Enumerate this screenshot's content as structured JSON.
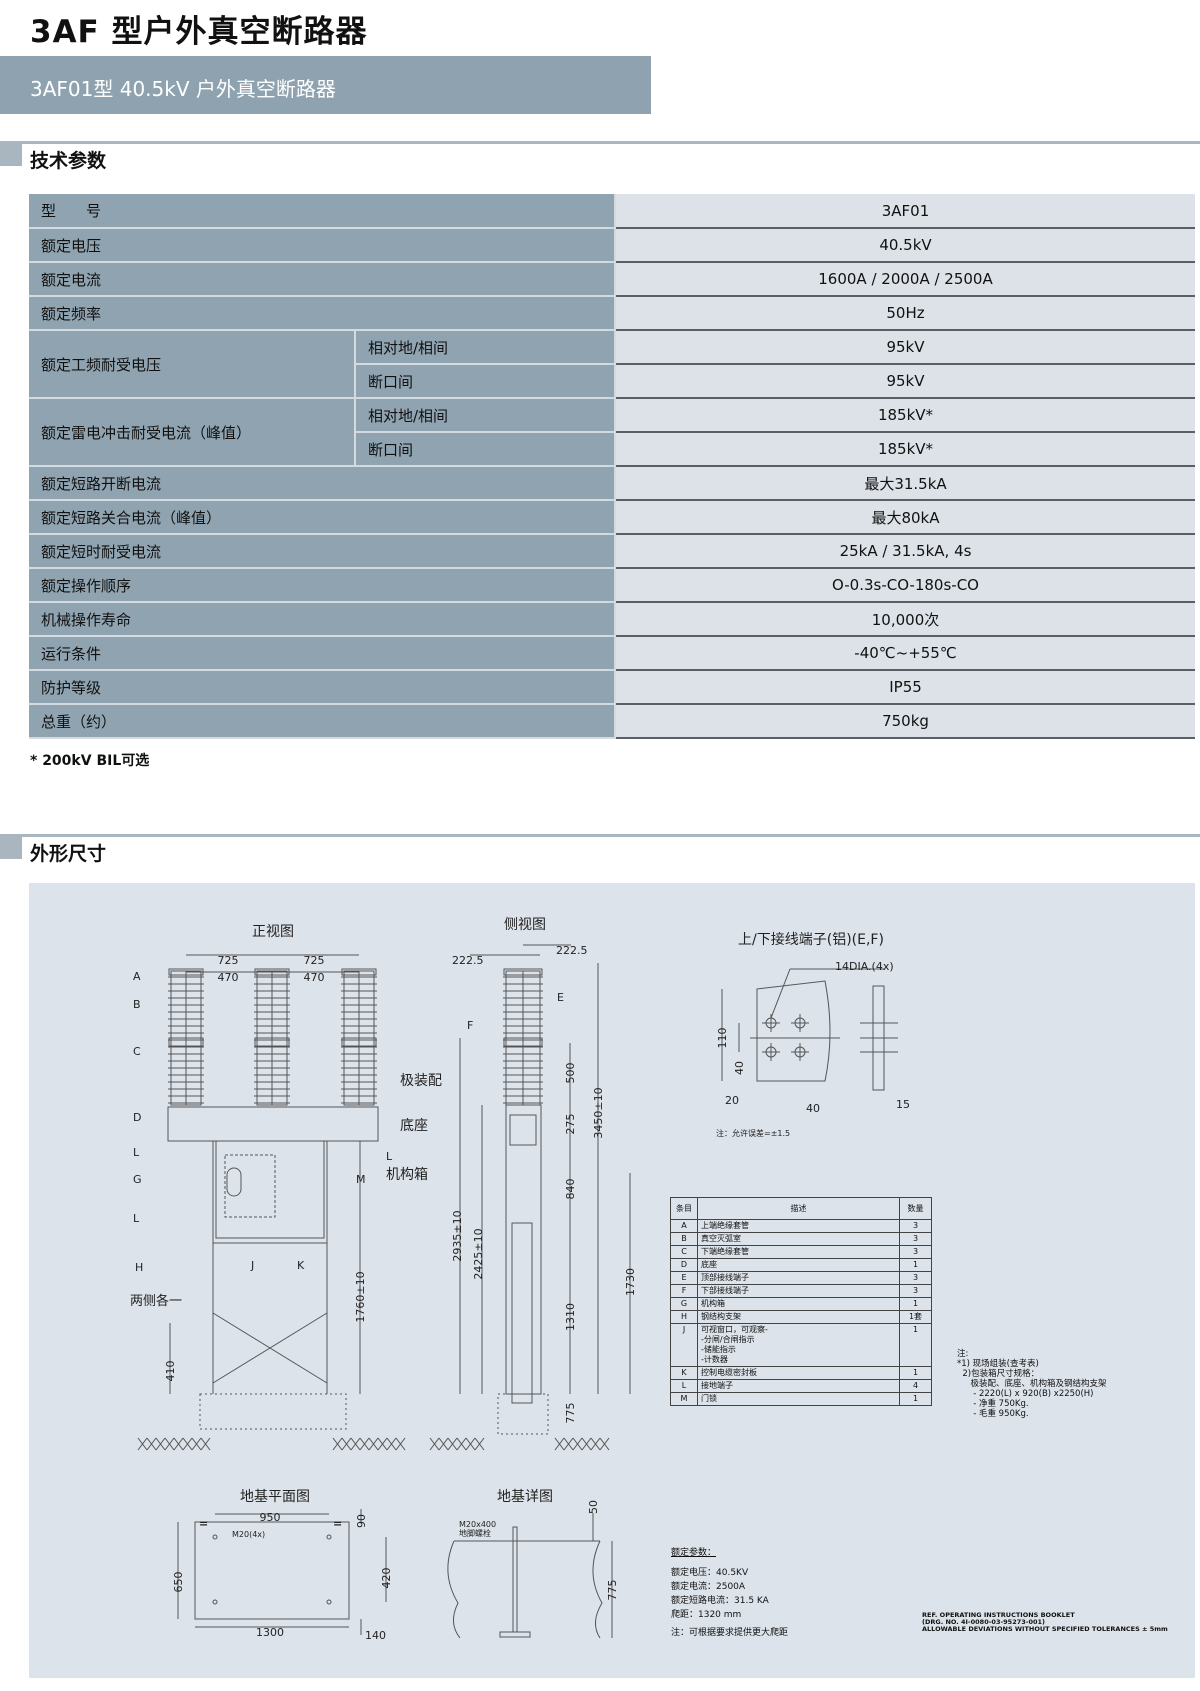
{
  "header": {
    "title": "3AF 型户外真空断路器",
    "banner": "3AF01型 40.5kV 户外真空断路器"
  },
  "section1": {
    "title": "技术参数"
  },
  "spec_rows": [
    {
      "label": "型　　号",
      "value": "3AF01"
    },
    {
      "label": "额定电压",
      "value": "40.5kV"
    },
    {
      "label": "额定电流",
      "value": "1600A / 2000A / 2500A"
    },
    {
      "label": "额定频率",
      "value": "50Hz"
    },
    {
      "label": "额定工频耐受电压",
      "sub": [
        {
          "label": "相对地/相间",
          "value": "95kV"
        },
        {
          "label": "断口间",
          "value": "95kV"
        }
      ]
    },
    {
      "label": "额定雷电冲击耐受电流（峰值）",
      "sub": [
        {
          "label": "相对地/相间",
          "value": "185kV*"
        },
        {
          "label": "断口间",
          "value": "185kV*"
        }
      ]
    },
    {
      "label": "额定短路开断电流",
      "value": "最大31.5kA"
    },
    {
      "label": "额定短路关合电流（峰值）",
      "value": "最大80kA"
    },
    {
      "label": "额定短时耐受电流",
      "value": "25kA / 31.5kA, 4s"
    },
    {
      "label": "额定操作顺序",
      "value": "O-0.3s-CO-180s-CO"
    },
    {
      "label": "机械操作寿命",
      "value": "10,000次"
    },
    {
      "label": "运行条件",
      "value": "-40℃~+55℃"
    },
    {
      "label": "防护等级",
      "value": "IP55"
    },
    {
      "label": "总重（约）",
      "value": "750kg"
    }
  ],
  "footnote": "* 200kV BIL可选",
  "section2": {
    "title": "外形尺寸"
  },
  "drawing": {
    "front": {
      "title": "正视图",
      "d725a": "725",
      "d725b": "725",
      "d470a": "470",
      "d470b": "470",
      "A": "A",
      "B": "B",
      "C": "C",
      "D": "D",
      "L1": "L",
      "G": "G",
      "L2": "L",
      "H": "H",
      "both": "两侧各一",
      "pole": "极装配",
      "base": "底座",
      "L3": "L",
      "mech": "机构箱",
      "M": "M",
      "J": "J",
      "K": "K",
      "d1760": "1760±10",
      "d410": "410"
    },
    "side": {
      "title": "侧视图",
      "d222a": "222.5",
      "d222b": "222.5",
      "E": "E",
      "F": "F",
      "d500": "500",
      "d275": "275",
      "d3450": "3450±10",
      "d840": "840",
      "d2935": "2935±10",
      "d2425": "2425±10",
      "d1310": "1310",
      "d1730": "1730",
      "d775": "775"
    },
    "terminal": {
      "title": "上/下接线端子(铝)(E,F)",
      "hole": "14DIA.(4x)",
      "d110": "110",
      "d40v": "40",
      "d20": "20",
      "d40h": "40",
      "d15": "15",
      "note": "注：允许误差=±1.5"
    },
    "plan": {
      "title": "地基平面图",
      "d950": "950",
      "d1300": "1300",
      "d650": "650",
      "d420": "420",
      "d90": "90",
      "d140": "140",
      "bolt": "M20(4x)",
      "eq1": "=",
      "eq2": "="
    },
    "detail": {
      "title": "地基详图",
      "bolt1": "M20x400",
      "bolt2": "地脚螺栓",
      "d50": "50",
      "d775": "775"
    }
  },
  "parts_table": {
    "headers": [
      "条目",
      "描述",
      "数量"
    ],
    "rows": [
      [
        "A",
        "上端绝缘套管",
        "3"
      ],
      [
        "B",
        "真空灭弧室",
        "3"
      ],
      [
        "C",
        "下端绝缘套管",
        "3"
      ],
      [
        "D",
        "底座",
        "1"
      ],
      [
        "E",
        "顶部接线端子",
        "3"
      ],
      [
        "F",
        "下部接线端子",
        "3"
      ],
      [
        "G",
        "机构箱",
        "1"
      ],
      [
        "H",
        "钢结构支架",
        "1套"
      ],
      [
        "J",
        "可视窗口，可观察-\n-分闸/合闸指示\n-储能指示\n-计数器",
        "1"
      ],
      [
        "K",
        "控制电缆密封板",
        "1"
      ],
      [
        "L",
        "接地端子",
        "4"
      ],
      [
        "M",
        "门锁",
        "1"
      ]
    ]
  },
  "parts_note": "注:\n*1) 现场组装(查考表)\n  2)包装箱尺寸规格：\n     极装配、底座、机构箱及钢结构支架\n      - 2220(L) x 920(B) x2250(H)\n      - 净重 750Kg.\n      - 毛重 950Kg.",
  "ratings": {
    "heading": "额定参数：",
    "lines": [
      "额定电压：40.5KV",
      "额定电流：2500A",
      "额定短路电流：31.5 KA",
      "爬距：1320 mm",
      "注：可根据要求提供更大爬距"
    ]
  },
  "ref": {
    "line1": "REF. OPERATING INSTRUCTIONS BOOKLET",
    "line2": "(DRG. NO. 4I-0080-03-95273-001)",
    "line3": "ALLOWABLE DEVIATIONS WITHOUT SPECIFIED TOLERANCES ± 5mm"
  }
}
